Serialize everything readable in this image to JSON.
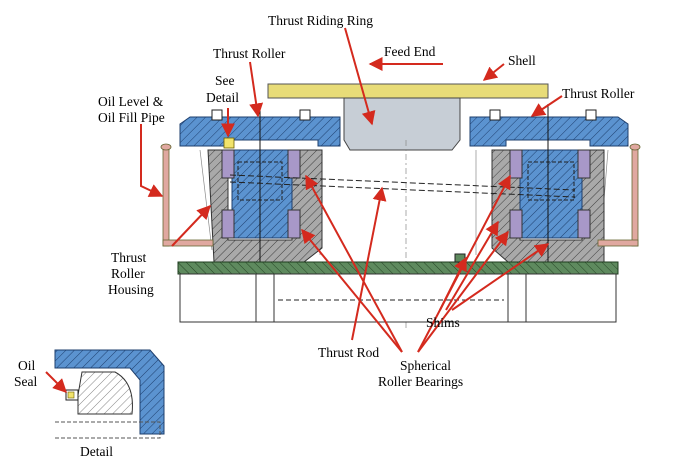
{
  "labels": {
    "thrust_riding_ring": "Thrust Riding Ring",
    "thrust_roller_left": "Thrust Roller",
    "feed_end": "Feed End",
    "shell": "Shell",
    "thrust_roller_right": "Thrust Roller",
    "see_detail_1": "See",
    "see_detail_2": "Detail",
    "oil_level_1": "Oil Level &",
    "oil_level_2": "Oil Fill Pipe",
    "housing_1": "Thrust",
    "housing_2": "Roller",
    "housing_3": "Housing",
    "shims": "Shims",
    "thrust_rod": "Thrust Rod",
    "spherical_1": "Spherical",
    "spherical_2": "Roller Bearings",
    "oil_seal_1": "Oil",
    "oil_seal_2": "Seal",
    "detail": "Detail"
  },
  "colors": {
    "arrow": "#d42a1e",
    "steel_blue": "#5b93d0",
    "bearing_purple": "#a898c8",
    "housing_gray": "#a9a9a9",
    "base_green": "#5e8a5e",
    "shell_yellow": "#e8dc78",
    "ring_gray": "#c7ced6",
    "pipe_pink": "#e0a8a0"
  }
}
